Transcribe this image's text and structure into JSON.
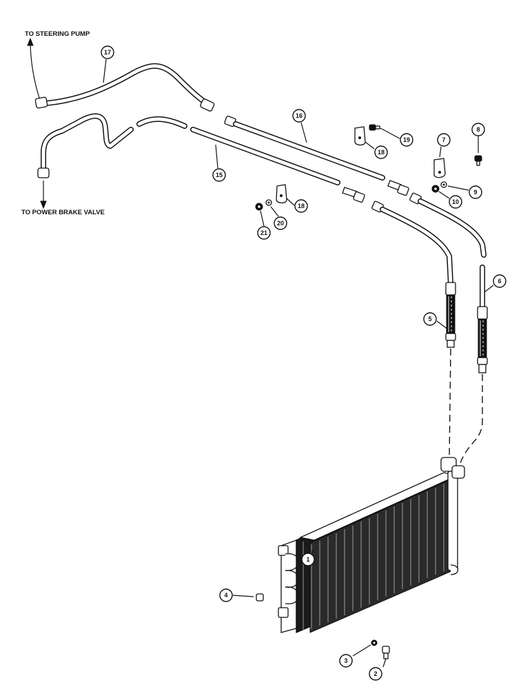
{
  "labels": {
    "steering": "TO STEERING PUMP",
    "brake": "TO POWER BRAKE VALVE"
  },
  "callouts": {
    "c1": "1",
    "c2": "2",
    "c3": "3",
    "c4": "4",
    "c5": "5",
    "c6": "6",
    "c7": "7",
    "c8": "8",
    "c9": "9",
    "c10": "10",
    "c15": "15",
    "c16": "16",
    "c17": "17",
    "c18a": "18",
    "c18b": "18",
    "c19": "19",
    "c20": "20",
    "c21": "21"
  }
}
